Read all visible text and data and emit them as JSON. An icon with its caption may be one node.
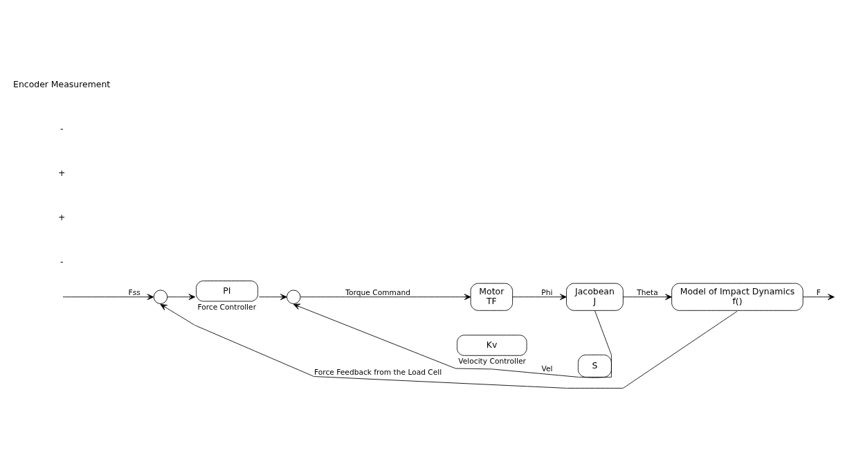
{
  "diagram": {
    "nodes": [
      {
        "text": [],
        "shape": "circle"
      },
      {
        "text": [
          "PI"
        ],
        "beside": [
          "Force Controller"
        ]
      },
      {
        "text": [],
        "shape": "circle"
      },
      {
        "text": [
          "Motor",
          "TF"
        ]
      },
      {
        "text": [
          "Jacobean",
          "J"
        ]
      },
      {
        "text": [
          "Model of Impact Dynamics",
          "f()"
        ]
      },
      {
        "text": [
          "Kv"
        ],
        "beside": [
          "Velocity Controller"
        ]
      },
      {
        "text": [
          "S"
        ]
      }
    ],
    "edges": [
      {
        "from": null,
        "to": 0,
        "arrow": "to",
        "label": "Fss"
      },
      {
        "from": 0,
        "to": 1,
        "arrow": "to"
      },
      {
        "from": 1,
        "to": 2,
        "arrow": "to"
      },
      {
        "from": 2,
        "to": 3,
        "arrow": "to",
        "label": "Torque Command"
      },
      {
        "from": 3,
        "to": 4,
        "arrow": "to",
        "label": "Phi"
      },
      {
        "from": 4,
        "to": 5,
        "arrow": "to",
        "label": "Theta"
      },
      {
        "from": 4,
        "to": 7,
        "arrow": "none"
      },
      {
        "from": 7,
        "to": 6,
        "arrow": "none",
        "label": "Vel"
      },
      {
        "from": 6,
        "to": 2,
        "arrow": "to"
      },
      {
        "from": 5,
        "to": null,
        "arrow": "to",
        "label": "F"
      },
      {
        "from": 5,
        "to": 0,
        "arrow": "to",
        "label": "Force Feedback from the Load Cell"
      }
    ],
    "labels": [
      "-",
      "+",
      "+",
      "-",
      "Encoder Measurement"
    ]
  }
}
